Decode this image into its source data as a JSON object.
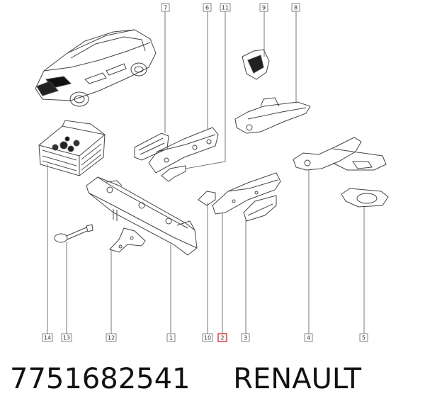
{
  "caption": {
    "part_number": "7751682541",
    "brand": "RENAULT"
  },
  "callouts": [
    {
      "id": "c1",
      "label": "1",
      "highlight": false
    },
    {
      "id": "c2",
      "label": "2",
      "highlight": true
    },
    {
      "id": "c3",
      "label": "3",
      "highlight": false
    },
    {
      "id": "c4",
      "label": "4",
      "highlight": false
    },
    {
      "id": "c5",
      "label": "5",
      "highlight": false
    },
    {
      "id": "c6",
      "label": "6",
      "highlight": false
    },
    {
      "id": "c7",
      "label": "7",
      "highlight": false
    },
    {
      "id": "c8",
      "label": "8",
      "highlight": false
    },
    {
      "id": "c9",
      "label": "9",
      "highlight": false
    },
    {
      "id": "c10",
      "label": "10",
      "highlight": false
    },
    {
      "id": "c11",
      "label": "11",
      "highlight": false
    },
    {
      "id": "c12",
      "label": "12",
      "highlight": false
    },
    {
      "id": "c13",
      "label": "13",
      "highlight": false
    },
    {
      "id": "c14",
      "label": "14",
      "highlight": false
    }
  ],
  "colors": {
    "line": "#444444",
    "box_border": "#666666",
    "highlight": "#e03030"
  }
}
